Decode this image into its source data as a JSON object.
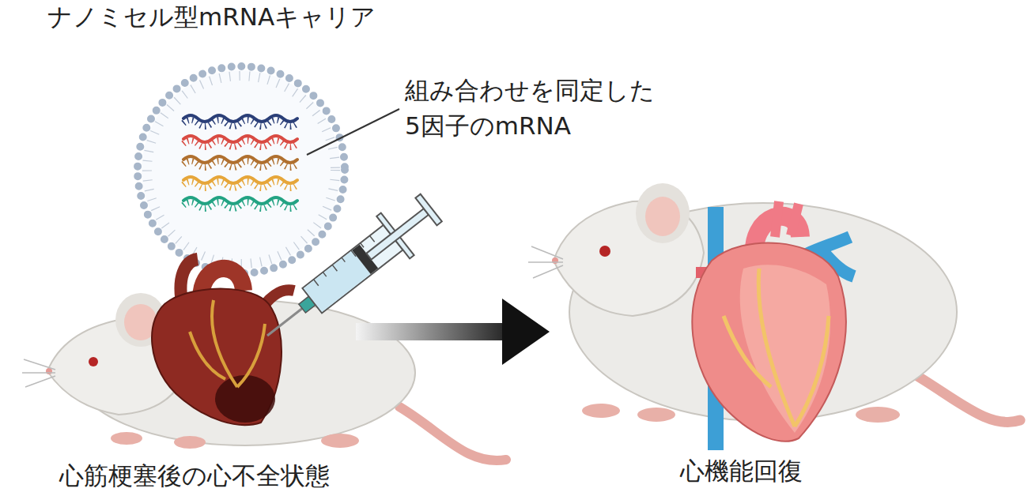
{
  "diagram": {
    "nodes": [
      {
        "text": [
          "ナノミセル型mRNAキャリア"
        ]
      },
      {
        "text": [
          "心筋梗塞後の心不全状態"
        ]
      },
      {
        "text": [
          "心機能回復"
        ]
      }
    ],
    "edges": [
      {
        "from": 1,
        "to": 2,
        "arrow": "to"
      }
    ],
    "labels": [
      "組み合わせを同定した 5因子のmRNA"
    ]
  }
}
